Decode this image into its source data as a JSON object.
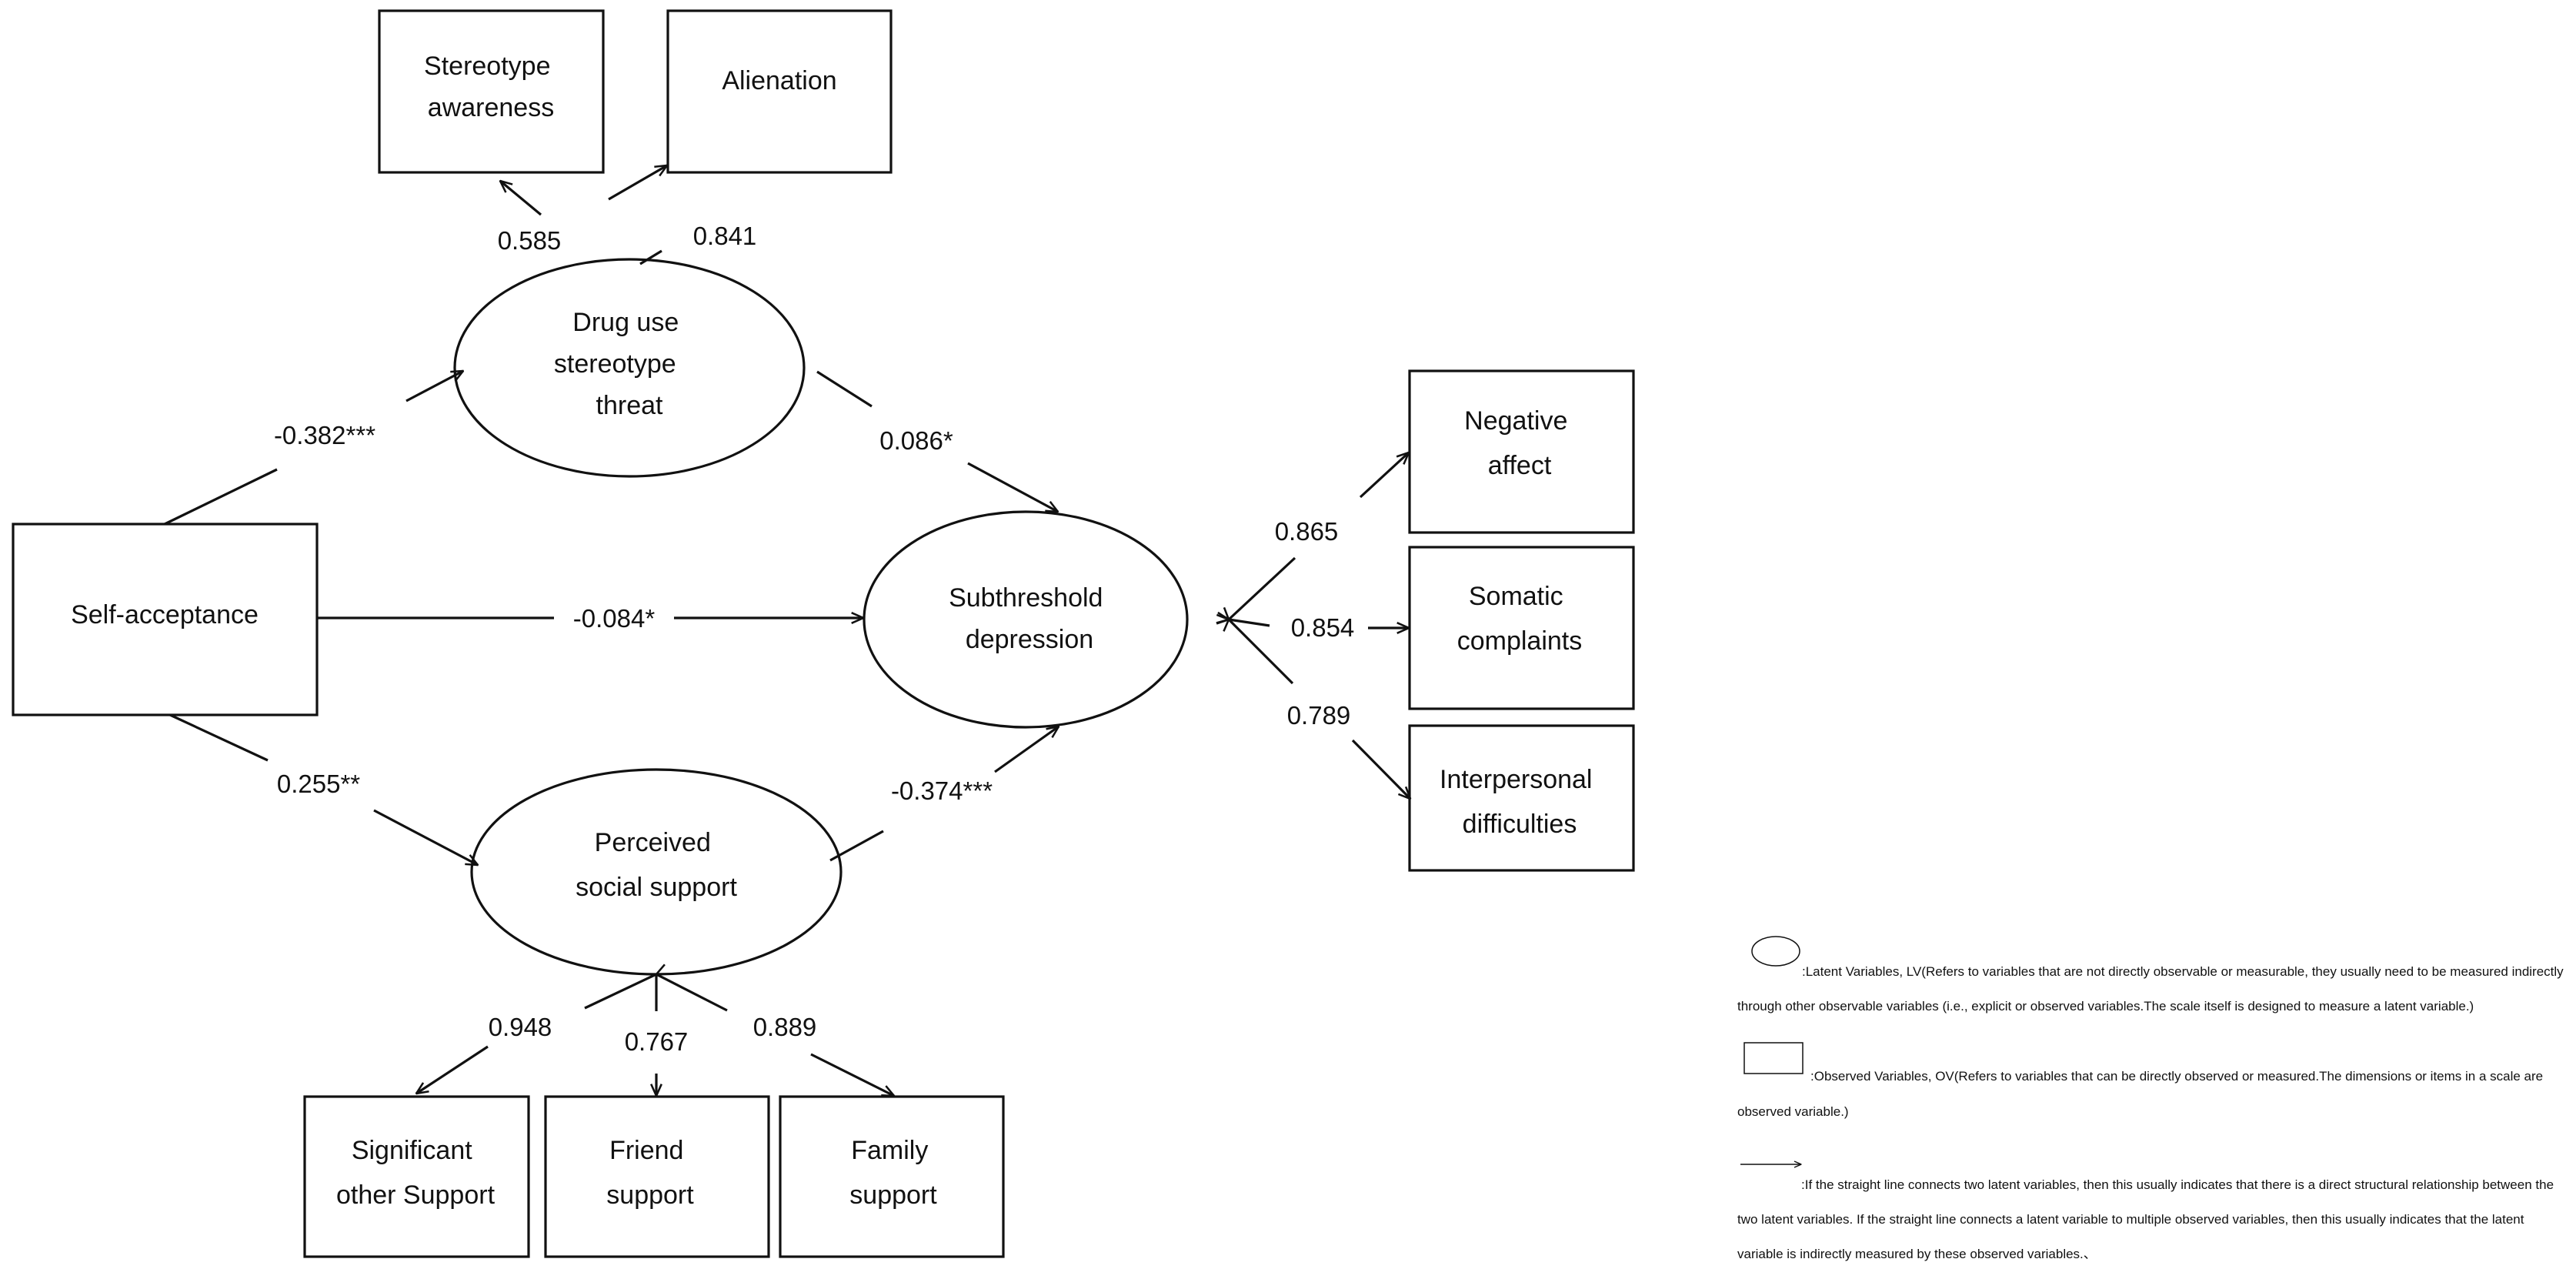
{
  "nodes": {
    "stereotype_awareness": {
      "lines": [
        "Stereotype",
        "awareness"
      ]
    },
    "alienation": {
      "lines": [
        "Alienation"
      ]
    },
    "drug_use_stereotype_threat": {
      "lines": [
        "Drug  use",
        "stereotype",
        "threat"
      ]
    },
    "self_acceptance": {
      "lines": [
        "Self-acceptance"
      ]
    },
    "subthreshold_depression": {
      "lines": [
        "Subthreshold",
        "depression"
      ]
    },
    "perceived_social_support": {
      "lines": [
        "Perceived",
        "social support"
      ]
    },
    "negative_affect": {
      "lines": [
        "Negative",
        "affect"
      ]
    },
    "somatic_complaints": {
      "lines": [
        "Somatic",
        "complaints"
      ]
    },
    "interpersonal_difficulties": {
      "lines": [
        "Interpersonal",
        "difficulties"
      ]
    },
    "significant_other_support": {
      "lines": [
        "Significant",
        "other Support"
      ]
    },
    "friend_support": {
      "lines": [
        "Friend",
        "support"
      ]
    },
    "family_support": {
      "lines": [
        "Family",
        "support"
      ]
    }
  },
  "coefficients": {
    "threat_to_stereotype_awareness": "0.585",
    "threat_to_alienation": "0.841",
    "self_acceptance_to_threat": "-0.382***",
    "threat_to_depression": "0.086*",
    "self_acceptance_to_depression": "-0.084*",
    "self_acceptance_to_support": "0.255**",
    "support_to_depression": "-0.374***",
    "depression_to_negative_affect": "0.865",
    "depression_to_somatic_complaints": "0.854",
    "depression_to_interpersonal_difficulties": "0.789",
    "support_to_significant_other": "0.948",
    "support_to_friend": "0.767",
    "support_to_family": "0.889"
  },
  "legend": {
    "latent": [
      ":Latent Variables,  LV(Refers to variables that are not directly observable or measurable, they usually need to be measured indirectly",
      "through other observable variables (i.e., explicit or observed variables.The scale itself is designed to measure a latent variable.)"
    ],
    "observed": [
      ":Observed Variables,  OV(Refers to variables that can be directly observed or measured.The dimensions or items in a scale are",
      "observed variable.)"
    ],
    "arrow": [
      ":If the straight line connects two latent variables, then this usually indicates that there is a direct structural relationship between the",
      "two latent variables.  If the straight line connects a latent variable to multiple observed variables, then this usually indicates that the latent",
      "variable is indirectly measured by these observed variables.、"
    ]
  }
}
